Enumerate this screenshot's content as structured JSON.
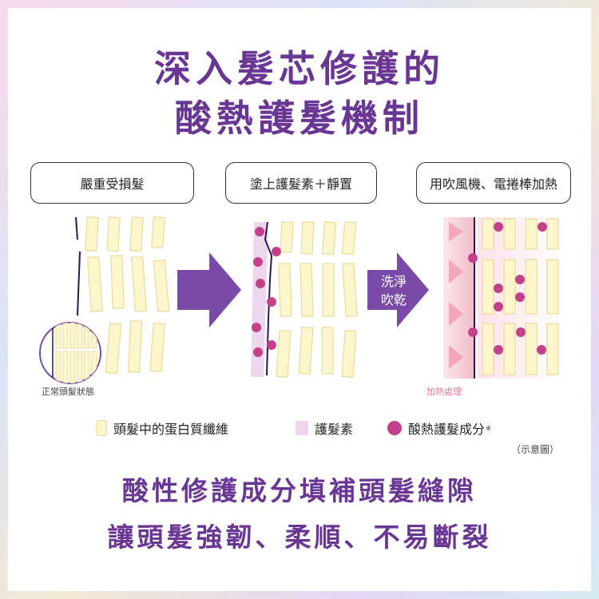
{
  "title": {
    "line1": "深入髮芯修護的",
    "line2": "酸熱護髮機制"
  },
  "steps": [
    {
      "label": "嚴重受損髮"
    },
    {
      "label": "塗上護髮素＋靜置"
    },
    {
      "label": "用吹風機、電捲棒加熱"
    }
  ],
  "arrow2_text": {
    "line1": "洗淨",
    "line2": "吹乾"
  },
  "notes": {
    "normal_hair": "正常頭髮狀態",
    "heat": "加熱處理",
    "illustrative": "（示意圖）"
  },
  "legend": [
    {
      "label": "頭髮中的蛋白質纖維",
      "color": "#fdf6cc"
    },
    {
      "label": "護髮素",
      "color": "#ecd7ee"
    },
    {
      "label": "酸熱護髮成分",
      "color": "#c4418a",
      "mark": "※"
    }
  ],
  "bottom_text": {
    "line1": "酸性修護成分填補頭髮縫隙",
    "line2": "讓頭髮強韌、柔順、不易斷裂"
  },
  "colors": {
    "title": "#6a3696",
    "arrow": "#7a4aa8",
    "fiber_fill": "#fdf6cc",
    "fiber_stroke": "#e8dc9a",
    "dot": "#c4418a",
    "coating": "#ecd7ee",
    "heat": "#f4c6d2"
  }
}
